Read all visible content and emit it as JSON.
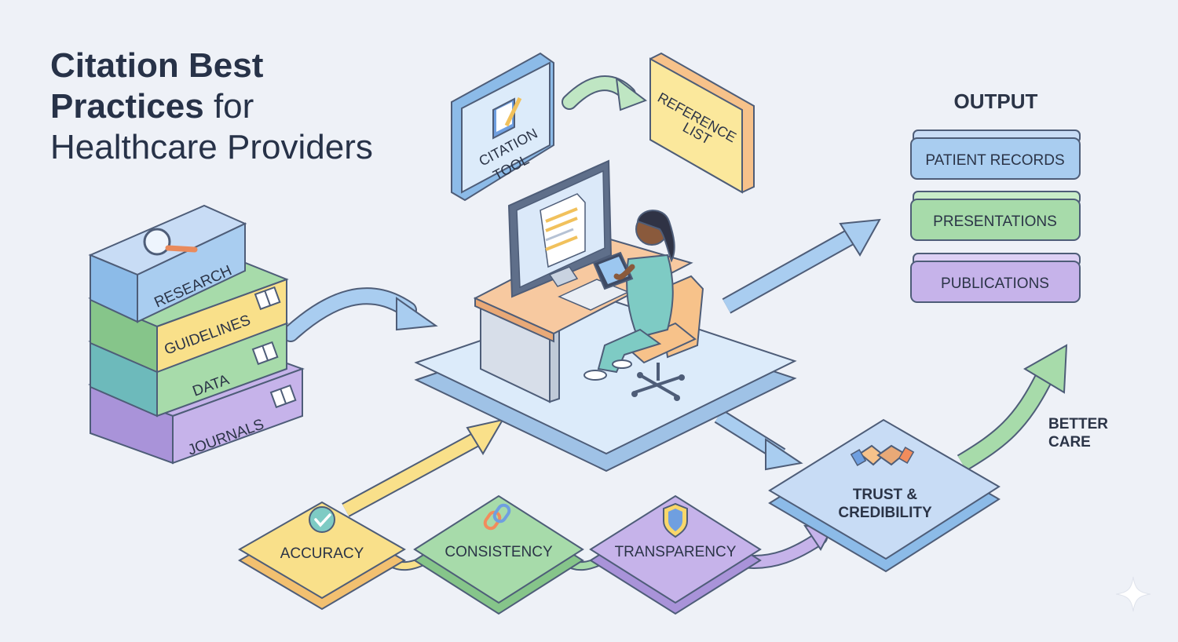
{
  "title": {
    "bold": "Citation Best Practices",
    "line1_bold": "Citation Best",
    "line2_bold": "Practices",
    "line2_rest": "for",
    "line3": "Healthcare Providers"
  },
  "sources": {
    "research": "RESEARCH",
    "guidelines": "GUIDELINES",
    "data": "DATA",
    "journals": "JOURNALS"
  },
  "tools": {
    "citation_tool_line1": "CITATION",
    "citation_tool_line2": "TOOL",
    "reference_list_line1": "REFERENCE",
    "reference_list_line2": "LIST"
  },
  "output": {
    "heading": "OUTPUT",
    "items": [
      "PATIENT RECORDS",
      "PRESENTATIONS",
      "PUBLICATIONS"
    ]
  },
  "principles": {
    "accuracy": "ACCURACY",
    "consistency": "CONSISTENCY",
    "transparency": "TRANSPARENCY"
  },
  "outcomes": {
    "trust_line1": "TRUST &",
    "trust_line2": "CREDIBILITY",
    "better_care_line1": "BETTER",
    "better_care_line2": "CARE"
  },
  "colors": {
    "blue": "#a9cdf0",
    "green": "#a7dbaa",
    "teal": "#8fd0d1",
    "purple": "#c6b3ea",
    "yellow": "#f9e08a",
    "orange": "#f7c28a",
    "outline": "#4e5d78"
  }
}
